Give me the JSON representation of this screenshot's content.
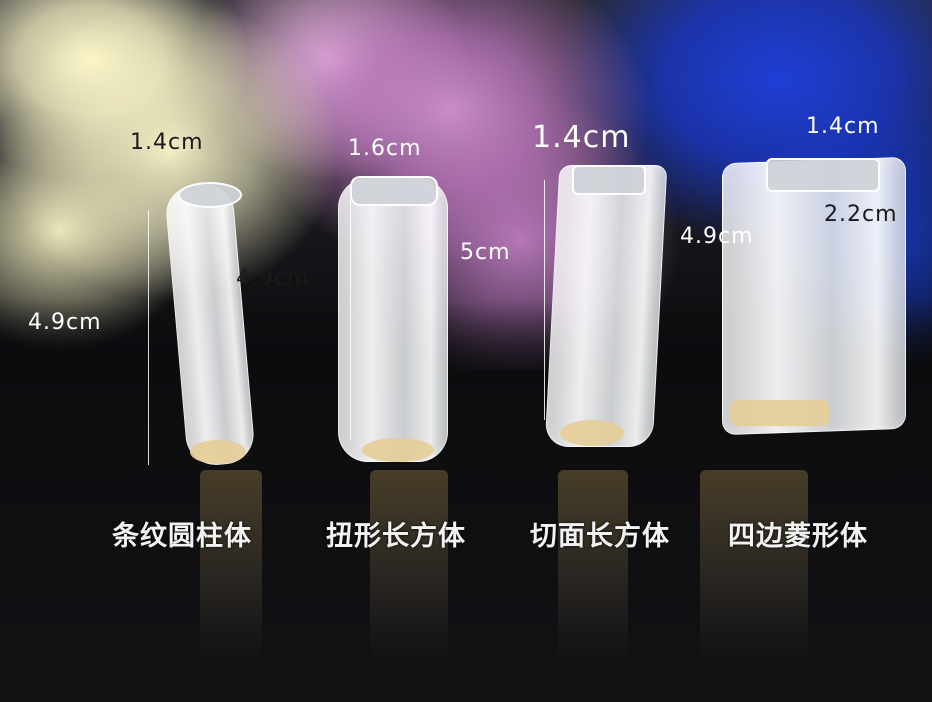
{
  "dimensions": {
    "cylinder_top": "1.4cm",
    "cylinder_height": "4.9cm",
    "twisted_top": "1.6cm",
    "twisted_height": "4.9cm",
    "faceted_top": "1.4cm",
    "faceted_height": "5cm",
    "rhombus_top": "1.4cm",
    "rhombus_side": "2.2cm",
    "rhombus_height": "4.9cm"
  },
  "captions": {
    "cylinder": "条纹圆柱体",
    "twisted": "扭形长方体",
    "faceted": "切面长方体",
    "rhombus": "四边菱形体"
  }
}
